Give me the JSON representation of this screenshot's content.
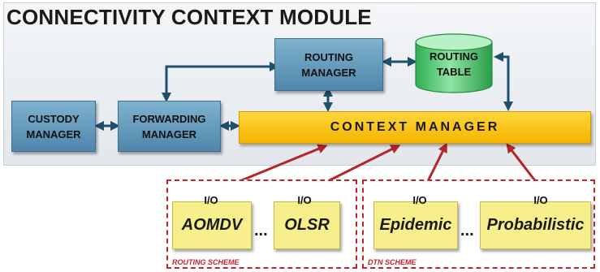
{
  "module": {
    "title": "CONNECTIVITY CONTEXT MODULE"
  },
  "components": {
    "routing_manager": [
      "ROUTING",
      "MANAGER"
    ],
    "routing_table": [
      "ROUTING",
      "TABLE"
    ],
    "custody_manager": [
      "CUSTODY",
      "MANAGER"
    ],
    "forwarding_manager": [
      "FORWARDING",
      "MANAGER"
    ],
    "context_manager": "CONTEXT MANAGER"
  },
  "routing_scheme": {
    "label": "ROUTING SCHEME",
    "protocols": [
      "AOMDV",
      "OLSR"
    ],
    "io": [
      "I/O",
      "I/O"
    ],
    "ellipsis": "..."
  },
  "dtn_scheme": {
    "label": "DTN SCHEME",
    "protocols": [
      "Epidemic",
      "Probabilistic"
    ],
    "io": [
      "I/O",
      "I/O"
    ],
    "ellipsis": "..."
  },
  "colors": {
    "manager_blue": "#5a8fb3",
    "context_yellow": "#f7c10a",
    "table_green": "#3fbf60",
    "protocol_yellow": "#f7ef8c",
    "scheme_red": "#c4232b",
    "arrow_dark": "#1f4f6e",
    "arrow_red": "#b3262a"
  }
}
